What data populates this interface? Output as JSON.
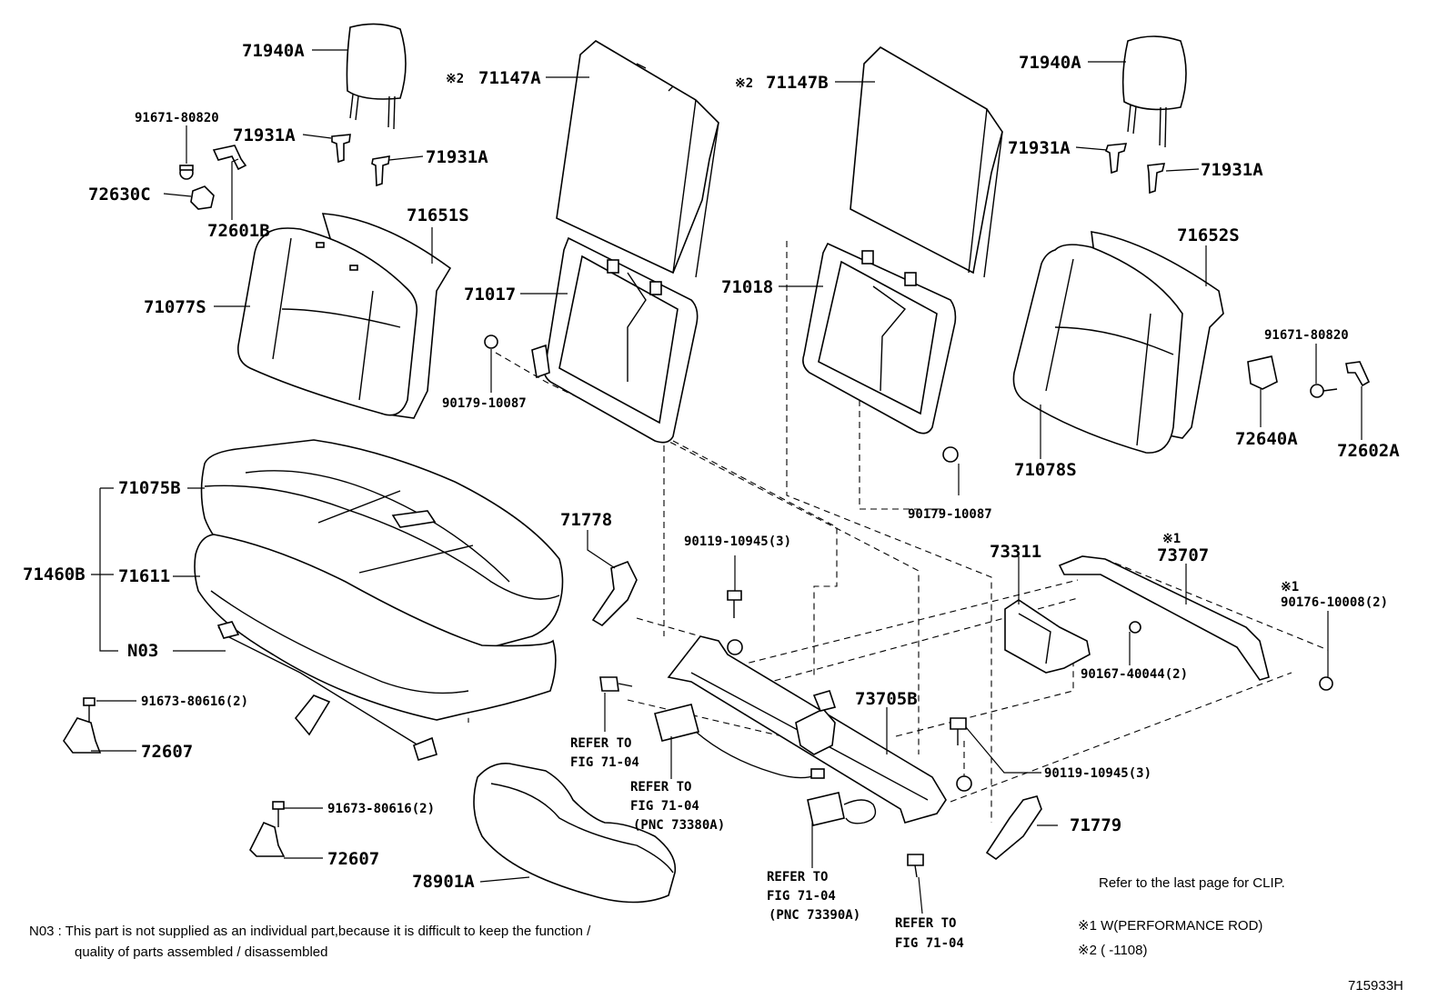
{
  "labels": {
    "p71940A_l": "71940A",
    "p91671_l": "91671-80820",
    "p71931A_1": "71931A",
    "p71931A_2": "71931A",
    "p72630C": "72630C",
    "p72601B": "72601B",
    "p71651S": "71651S",
    "p71077S": "71077S",
    "p71147A_mark": "※2",
    "p71147A": "71147A",
    "p71017": "71017",
    "p90179_l": "90179-10087",
    "p71147B_mark": "※2",
    "p71147B": "71147B",
    "p71018": "71018",
    "p90179_r": "90179-10087",
    "p71940A_r": "71940A",
    "p71931A_3": "71931A",
    "p71931A_4": "71931A",
    "p71652S": "71652S",
    "p91671_r": "91671-80820",
    "p72640A": "72640A",
    "p72602A": "72602A",
    "p71078S": "71078S",
    "p71075B": "71075B",
    "p71460B": "71460B",
    "p71611": "71611",
    "pN03": "N03",
    "p91673_1": "91673-80616(2)",
    "p72607_1": "72607",
    "p91673_2": "91673-80616(2)",
    "p72607_2": "72607",
    "p78901A": "78901A",
    "p71778": "71778",
    "p90119_top": "90119-10945(3)",
    "p73311": "73311",
    "p73707_mark": "※1",
    "p73707": "73707",
    "p90176_mark": "※1",
    "p90176": "90176-10008(2)",
    "p90167": "90167-40044(2)",
    "p73705B": "73705B",
    "p90119_bot": "90119-10945(3)",
    "p71779": "71779",
    "ref1_a": "REFER TO",
    "ref1_b": "FIG 71-04",
    "ref2_a": "REFER TO",
    "ref2_b": "FIG 71-04",
    "ref2_c": "(PNC 73380A)",
    "ref3_a": "REFER TO",
    "ref3_b": "FIG 71-04",
    "ref3_c": "(PNC 73390A)",
    "ref4_a": "REFER TO",
    "ref4_b": "FIG 71-04"
  },
  "notes": {
    "n03_line1": "N03 : This part is not supplied as an individual part,because it is difficult to keep the function /",
    "n03_line2": "quality of parts assembled / disassembled",
    "clip": "Refer to the last page for CLIP.",
    "fn1": "※1 W(PERFORMANCE ROD)",
    "fn2": "※2 (       -1108)",
    "diagram_id": "715933H"
  }
}
